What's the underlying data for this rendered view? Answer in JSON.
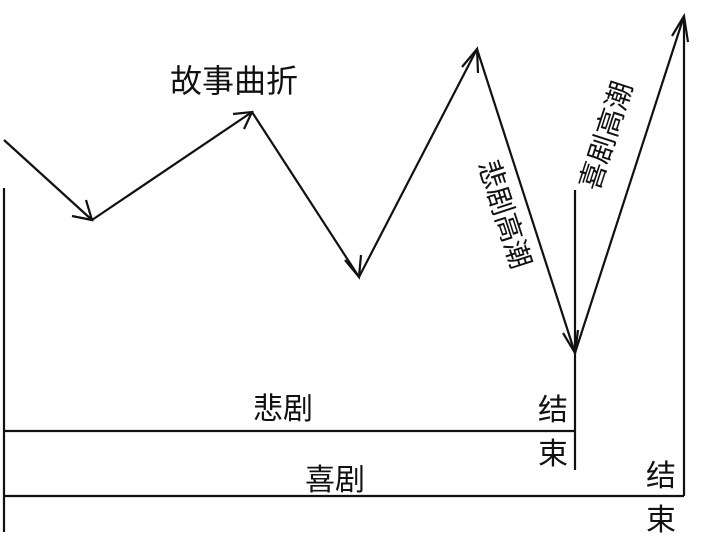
{
  "colors": {
    "stroke": "#111111",
    "background": "#ffffff"
  },
  "labels": {
    "story_twists": "故事曲折",
    "tragedy_climax": "悲剧高潮",
    "comedy_climax": "喜剧高潮",
    "tragedy": "悲剧",
    "comedy": "喜剧",
    "tragedy_end_char1": "结",
    "tragedy_end_char2": "束",
    "comedy_end_char1": "结",
    "comedy_end_char2": "束"
  }
}
